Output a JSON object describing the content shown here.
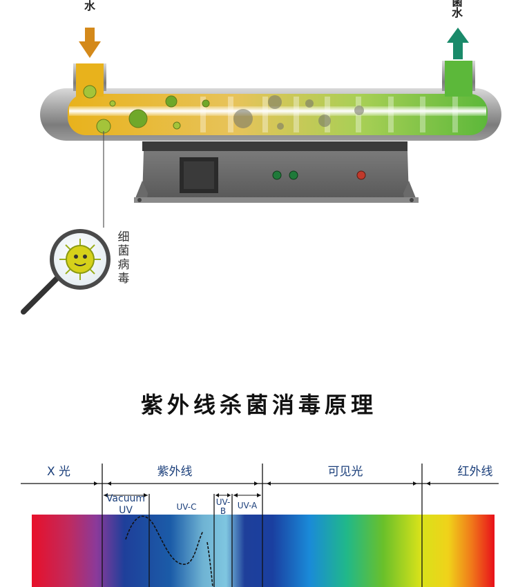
{
  "labels": {
    "water_in": "水",
    "water_out_1": "菌",
    "water_out_2": "水",
    "bacteria_virus_chars": [
      "细",
      "菌",
      "病",
      "毒"
    ]
  },
  "title": "紫外线杀菌消毒原理",
  "spectrum": {
    "regions": {
      "xray": "X 光",
      "uv": "紫外线",
      "visible": "可见光",
      "infrared": "红外线"
    },
    "uv_bands": {
      "vacuum_1": "Vacuum",
      "vacuum_2": "UV",
      "uvc": "UV-C",
      "uvb_1": "UV-",
      "uvb_2": "B",
      "uva": "UV-A"
    }
  },
  "colors": {
    "inlet_arrow": "#d4891a",
    "outlet_arrow": "#1a8a6a",
    "device_body": "#6f6f6f",
    "indicator_green": "#1f7a3a",
    "indicator_red": "#c0392b"
  },
  "icons": [
    "magnifier-icon",
    "bacteria-icon",
    "arrow-down-icon",
    "arrow-up-icon"
  ]
}
